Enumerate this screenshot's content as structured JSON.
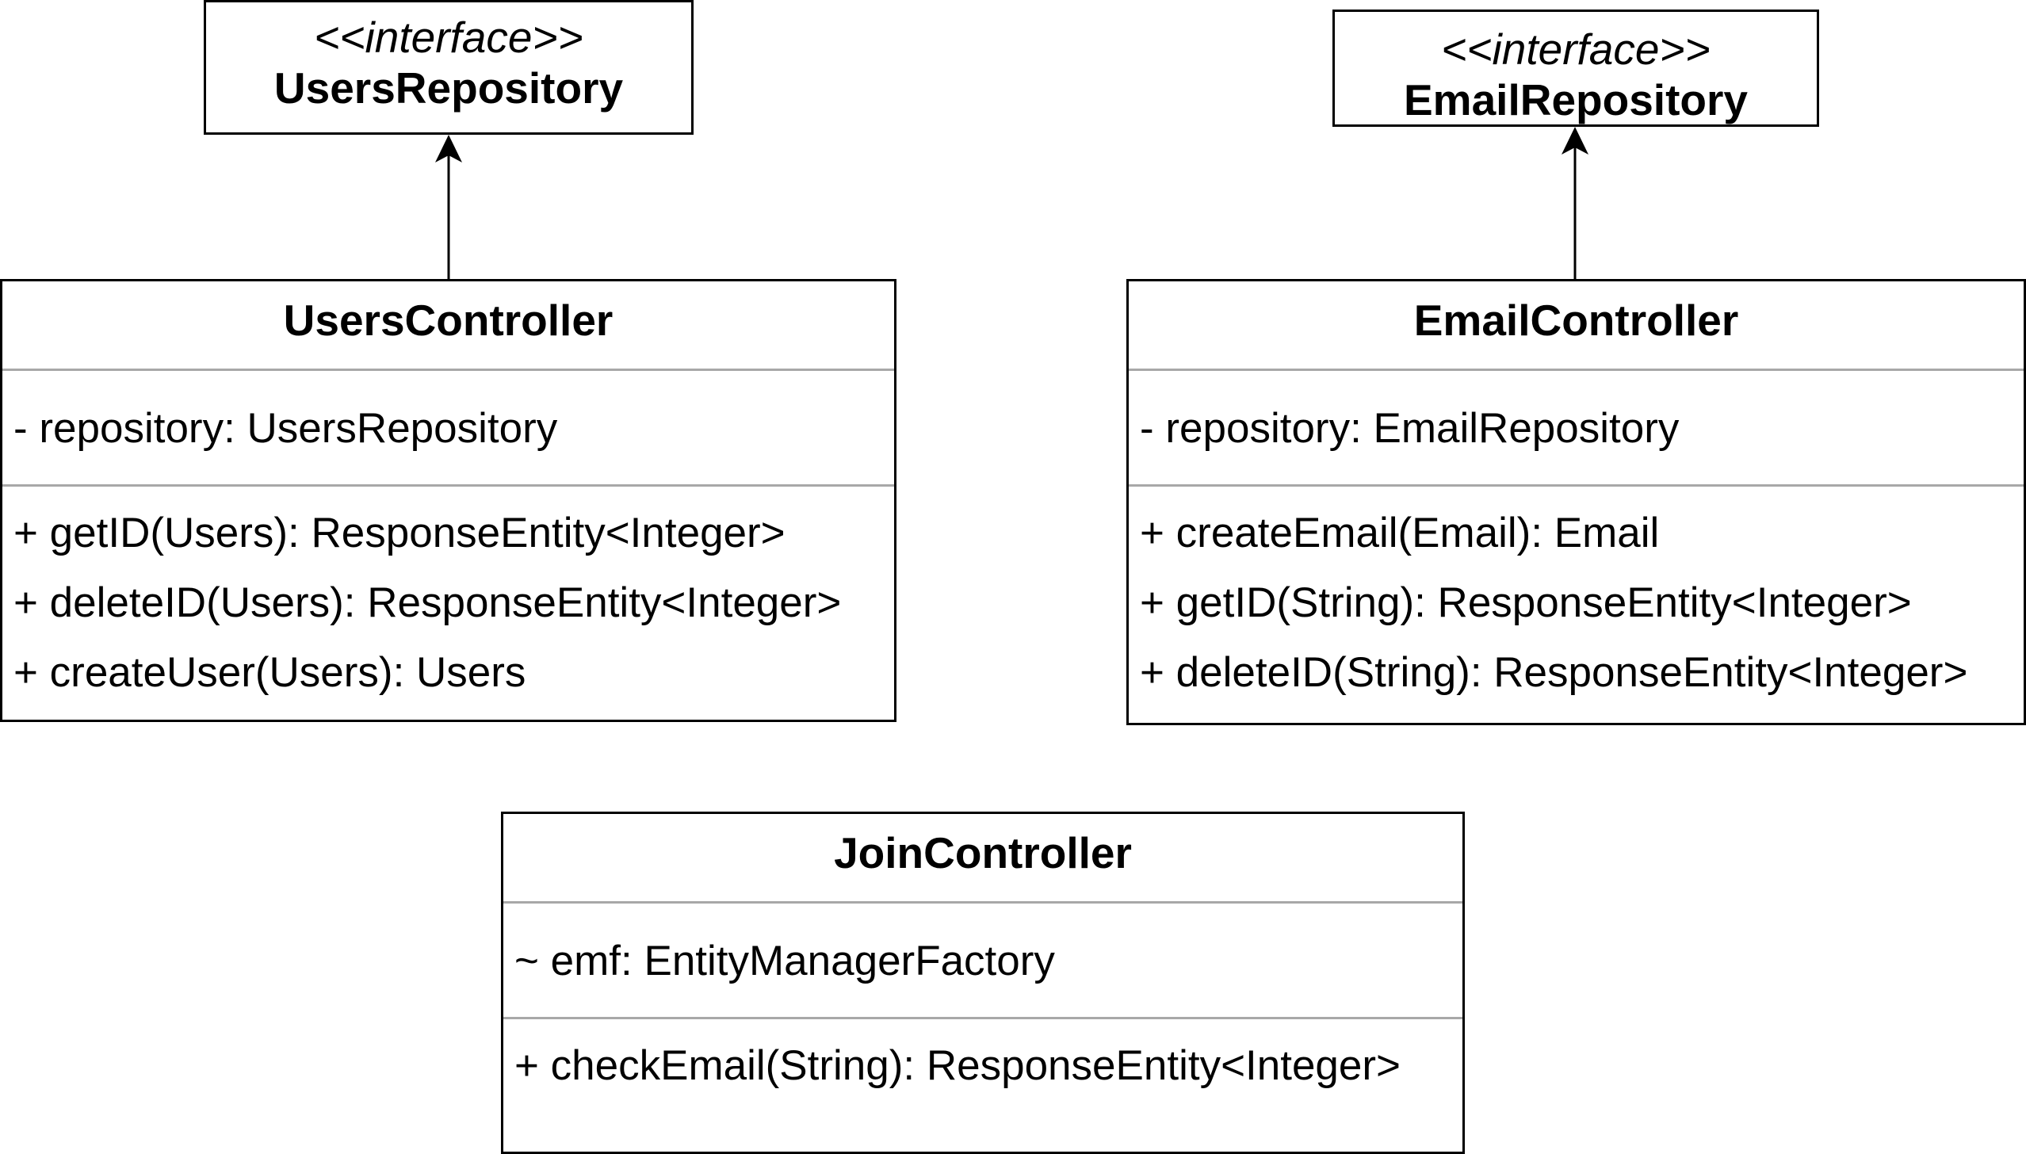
{
  "interfaces": {
    "users_repository": {
      "stereotype": "<<interface>>",
      "name": "UsersRepository"
    },
    "email_repository": {
      "stereotype": "<<interface>>",
      "name": "EmailRepository"
    }
  },
  "classes": {
    "users_controller": {
      "name": "UsersController",
      "attributes": [
        "- repository: UsersRepository"
      ],
      "operations": [
        "+ getID(Users): ResponseEntity<Integer>",
        "+ deleteID(Users): ResponseEntity<Integer>",
        "+ createUser(Users): Users"
      ]
    },
    "email_controller": {
      "name": "EmailController",
      "attributes": [
        "- repository: EmailRepository"
      ],
      "operations": [
        "+ createEmail(Email): Email",
        "+ getID(String): ResponseEntity<Integer>",
        "+ deleteID(String): ResponseEntity<Integer>"
      ]
    },
    "join_controller": {
      "name": "JoinController",
      "attributes": [
        "~ emf: EntityManagerFactory"
      ],
      "operations": [
        "+ checkEmail(String): ResponseEntity<Integer>"
      ]
    }
  },
  "colors": {
    "line": "#000000",
    "separator": "#a8a8a8",
    "background": "#ffffff"
  }
}
